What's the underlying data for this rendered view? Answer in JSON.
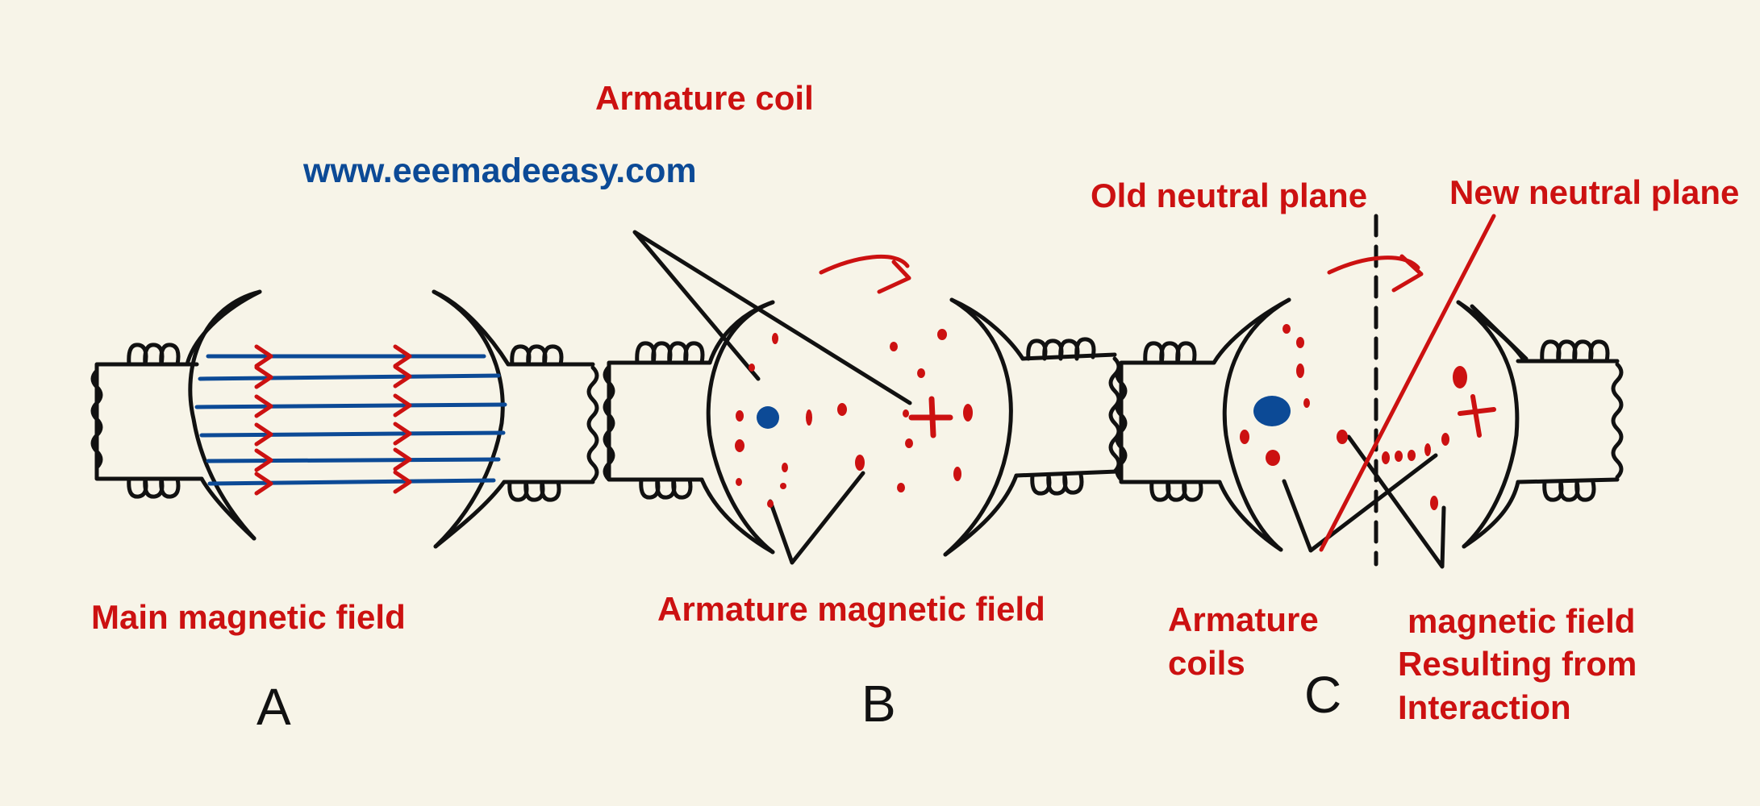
{
  "labels": {
    "armature_coil": "Armature coil",
    "website": "www.eeemadeeasy.com",
    "old_neutral_plane": "Old neutral plane",
    "new_neutral_plane": "New neutral plane",
    "main_magnetic_field": "Main magnetic field",
    "armature_magnetic_field": "Armature magnetic field",
    "armature_coils_line1": "Armature",
    "armature_coils_line2": "coils",
    "resulting_field_line1": "magnetic field",
    "resulting_field_line2": "Resulting from",
    "resulting_field_line3": "Interaction"
  },
  "panels": {
    "a": "A",
    "b": "B",
    "c": "C"
  },
  "colors": {
    "background": "#f7f4e8",
    "ink": "#111111",
    "accent_red": "#cc1111",
    "accent_blue": "#0c4a96"
  }
}
